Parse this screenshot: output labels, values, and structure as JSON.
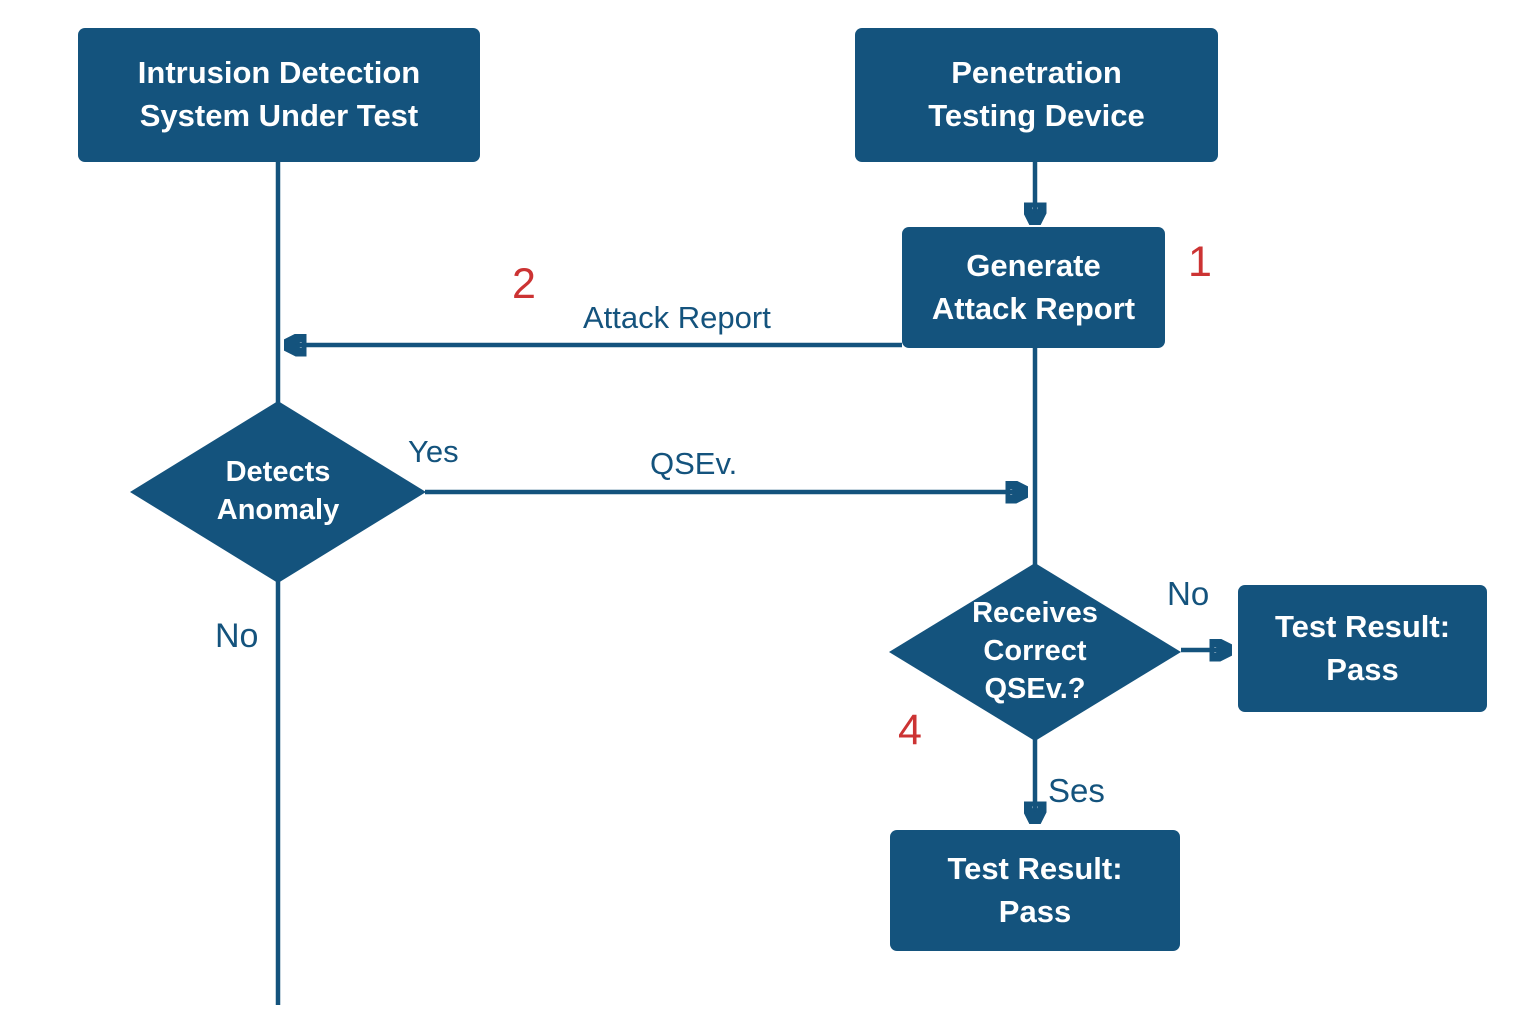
{
  "colors": {
    "background": "#FFFFFF",
    "node_fill": "#14537D",
    "node_text": "#FFFFFF",
    "line": "#14537D",
    "step_number": "#CC3333"
  },
  "nodes": {
    "ids": {
      "label": "Intrusion Detection\nSystem Under Test"
    },
    "ptd": {
      "label": "Penetration\nTesting Device"
    },
    "generate": {
      "label": "Generate\nAttack Report"
    },
    "detects": {
      "label": "Detects\nAnomaly"
    },
    "receives": {
      "label": "Receives\nCorrect\nQSEv.?"
    },
    "result_right": {
      "label": "Test Result:\nPass"
    },
    "result_bottom": {
      "label": "Test Result:\nPass"
    }
  },
  "edge_labels": {
    "attack_report": "Attack Report",
    "qsev": "QSEv.",
    "yes": "Yes",
    "no_left": "No",
    "no_right": "No",
    "ses": "Ses"
  },
  "step_numbers": {
    "step1": "1",
    "step2": "2",
    "step4": "4"
  }
}
